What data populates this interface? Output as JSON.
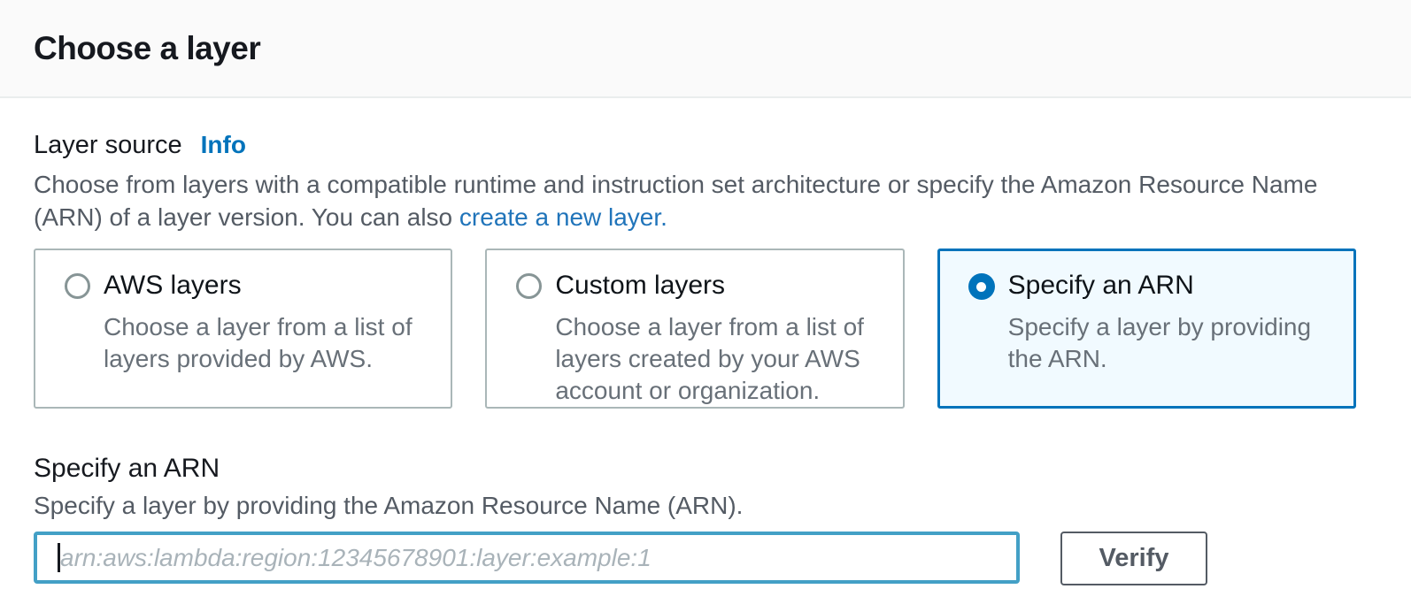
{
  "page": {
    "title": "Choose a layer"
  },
  "layer_source": {
    "label": "Layer source",
    "info_label": "Info",
    "description_prefix": "Choose from layers with a compatible runtime and instruction set architecture or specify the Amazon Resource Name (ARN) of a layer version. You can also ",
    "create_link_label": "create a new layer.",
    "options": [
      {
        "title": "AWS layers",
        "description": "Choose a layer from a list of layers provided by AWS.",
        "selected": false
      },
      {
        "title": "Custom layers",
        "description": "Choose a layer from a list of layers created by your AWS account or organization.",
        "selected": false
      },
      {
        "title": "Specify an ARN",
        "description": "Specify a layer by providing the ARN.",
        "selected": true
      }
    ]
  },
  "arn_section": {
    "title": "Specify an ARN",
    "description": "Specify a layer by providing the Amazon Resource Name (ARN).",
    "input_value": "",
    "input_placeholder": "arn:aws:lambda:region:12345678901:layer:example:1",
    "verify_label": "Verify"
  },
  "colors": {
    "accent_blue": "#0073bb",
    "selected_tile_bg": "#f1faff",
    "focus_border": "#43a0c6",
    "header_bg": "#fafafa",
    "divider": "#eaeded",
    "text_dark": "#16191f",
    "text_gray": "#545b64"
  }
}
